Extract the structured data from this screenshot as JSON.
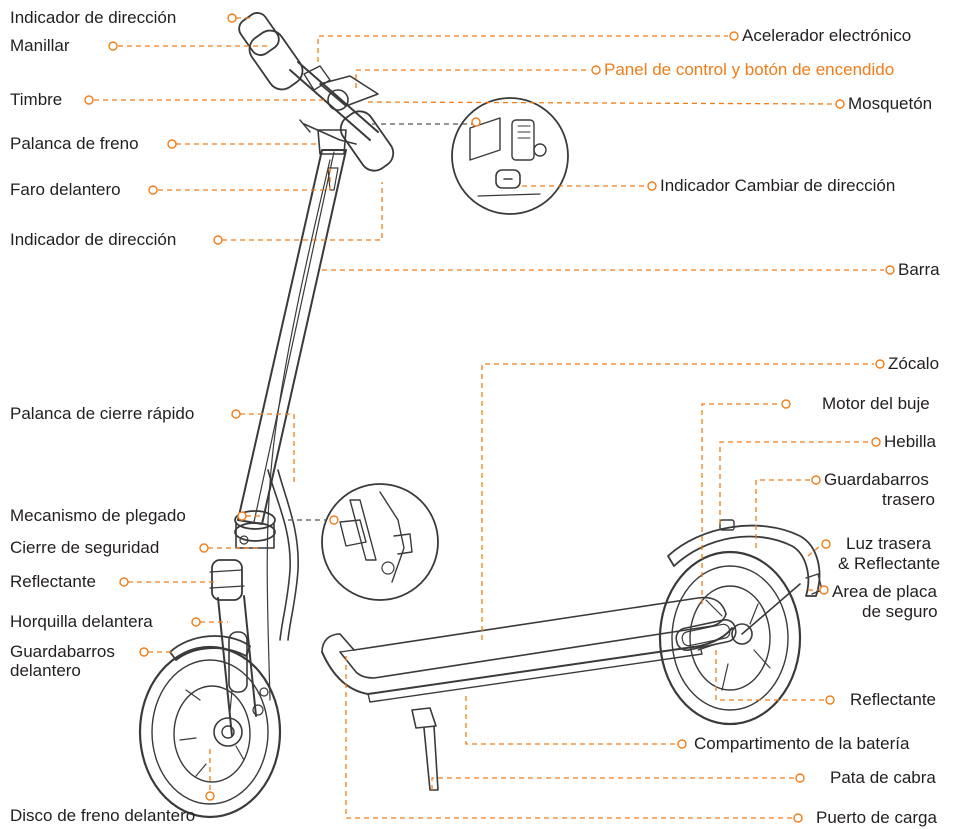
{
  "colors": {
    "leader": "#f07d1a",
    "accent_text": "#f07d1a",
    "text": "#231f20",
    "outline": "#3a3a3a",
    "zoom_leader": "#555555"
  },
  "labels": {
    "indicador_direccion_top": "Indicador de dirección",
    "manillar": "Manillar",
    "timbre": "Timbre",
    "palanca_freno": "Palanca de freno",
    "faro_delantero": "Faro delantero",
    "indicador_direccion_bottom": "Indicador de dirección",
    "palanca_cierre_rapido": "Palanca de cierre rápido",
    "mecanismo_plegado": "Mecanismo de plegado",
    "cierre_seguridad": "Cierre de seguridad",
    "reflectante_left": "Reflectante",
    "horquilla_delantera": "Horquilla delantera",
    "guardabarros_delantero_1": "Guardabarros",
    "guardabarros_delantero_2": "delantero",
    "disco_freno": "Disco de freno delantero",
    "acelerador": "Acelerador electrónico",
    "panel_control": "Panel de control y botón de encendido",
    "mosqueton": "Mosquetón",
    "indicador_cambiar": "Indicador Cambiar de dirección",
    "barra": "Barra",
    "zocalo": "Zócalo",
    "motor_buje": "Motor del buje",
    "hebilla": "Hebilla",
    "guardabarros_trasero_1": "Guardabarros",
    "guardabarros_trasero_2": "trasero",
    "luz_trasera_1": "Luz trasera",
    "luz_trasera_2": "& Reflectante",
    "area_placa_1": "Area de placa",
    "area_placa_2": "de seguro",
    "reflectante_right": "Reflectante",
    "compartimento_bateria": "Compartimento de la batería",
    "pata_cabra": "Pata de cabra",
    "puerto_carga": "Puerto de carga"
  }
}
